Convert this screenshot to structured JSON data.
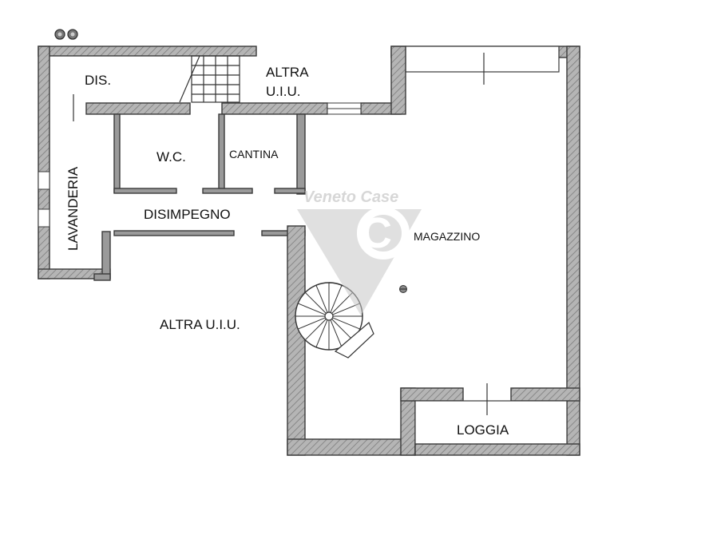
{
  "rooms": {
    "dis": "DIS.",
    "altra_uiu_top_line1": "ALTRA",
    "altra_uiu_top_line2": "U.I.U.",
    "wc": "W.C.",
    "cantina": "CANTINA",
    "lavanderia": "LAVANDERIA",
    "disimpegno": "DISIMPEGNO",
    "magazzino": "MAGAZZINO",
    "altra_uiu_bottom": "ALTRA U.I.U.",
    "loggia": "LOGGIA"
  },
  "watermark": {
    "text": "Veneto Case",
    "letter": "C"
  },
  "colors": {
    "wall": "#9a9a9a",
    "wall_outline": "#3a3a3a",
    "watermark": "#c8c8c8",
    "background": "#ffffff"
  }
}
